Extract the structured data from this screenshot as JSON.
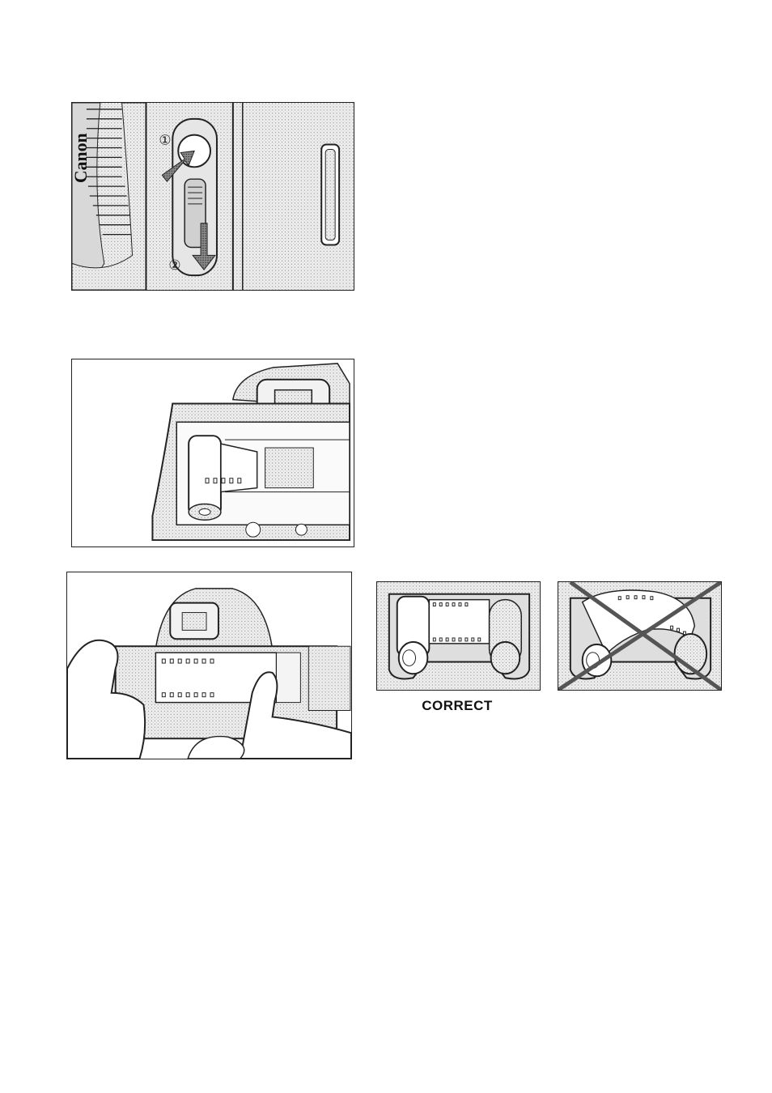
{
  "figure1": {
    "brand_text": "Canon",
    "step1_marker": "①",
    "step2_marker": "②"
  },
  "figure4": {
    "caption": "CORRECT"
  },
  "colors": {
    "line": "#222222",
    "shade": "#bdbdbd",
    "paper": "#ffffff"
  }
}
